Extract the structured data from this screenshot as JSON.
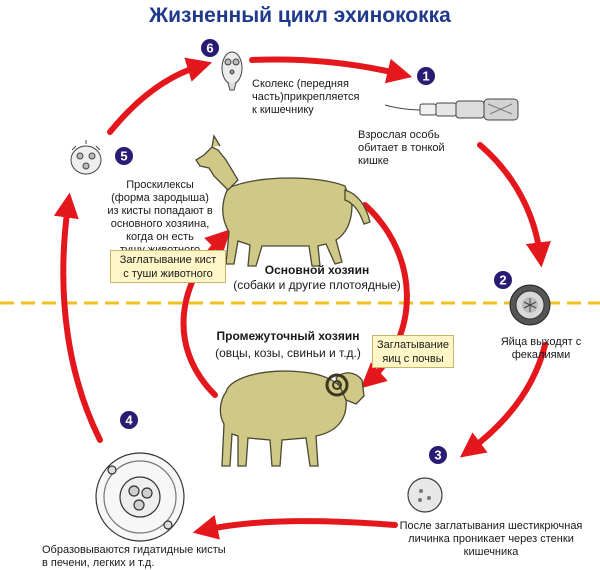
{
  "title": "Жизненный цикл эхинококка",
  "colors": {
    "arrow": "#e4181c",
    "badge": "#2b1a73",
    "dash": "#f0c020",
    "title": "#1f3a8c",
    "host": "#cfc887",
    "box": "#fff6c8"
  },
  "stages": [
    {
      "number": "1",
      "text": [
        "Взрослая особь",
        "обитает в тонкой",
        "кишке"
      ]
    },
    {
      "number": "2",
      "text": [
        "Яйца выходят с",
        "фекалиями"
      ]
    },
    {
      "number": "3",
      "text": [
        "После заглатывания шестикрючная",
        "личинка проникает через стенки",
        "кишечника"
      ]
    },
    {
      "number": "4",
      "text": [
        "Образовываются гидатидные кисты",
        "в печени, легких и т.д."
      ]
    },
    {
      "number": "5",
      "text": [
        "Проскилексы",
        "(форма зародыша)",
        "из кисты попадают в",
        "основного хозяина,",
        "когда он есть",
        "тушу животного"
      ]
    },
    {
      "number": "6",
      "text": [
        "Сколекс (передняя",
        "часть)прикрепляется",
        "к кишечнику"
      ]
    }
  ],
  "main_host": {
    "title": "Основной хозяин",
    "subtitle": "(собаки и другие плотоядные)"
  },
  "intermediate_host": {
    "title": "Промежуточный хозяин",
    "subtitle": "(овцы, козы, свиньи и т.д.)"
  },
  "boxes": {
    "cysts": [
      "Заглатывание кист",
      "с туши животного"
    ],
    "eggs": [
      "Заглатывание",
      "яиц с почвы"
    ]
  }
}
